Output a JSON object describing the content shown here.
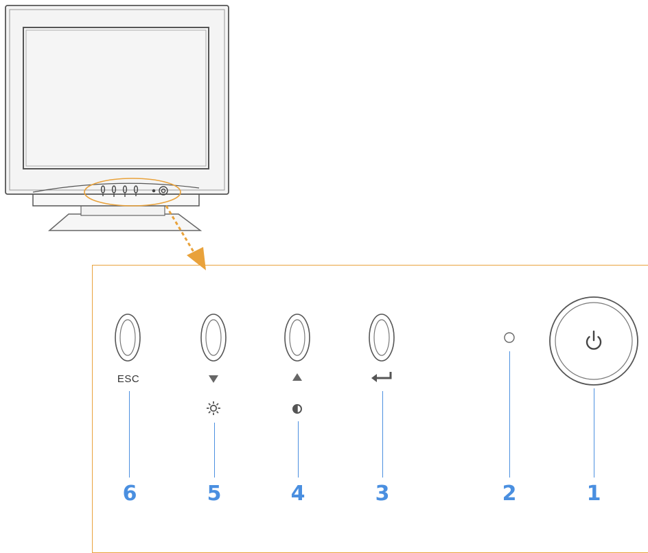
{
  "colors": {
    "accent": "#e9a23b",
    "leader_lines": "#4a8fe0",
    "outline": "#555555"
  },
  "icons": {
    "esc": "esc-label",
    "down": "down-triangle-icon",
    "brightness": "brightness-icon",
    "up": "up-triangle-icon",
    "contrast": "contrast-icon",
    "enter": "enter-arrow-icon",
    "led": "power-led-icon",
    "power": "power-icon"
  },
  "controls": [
    {
      "key": "esc",
      "symbol": "ESC",
      "number": "6"
    },
    {
      "key": "down_brightness",
      "number": "5"
    },
    {
      "key": "up_contrast",
      "number": "4"
    },
    {
      "key": "enter",
      "number": "3"
    },
    {
      "key": "led",
      "number": "2"
    },
    {
      "key": "power",
      "number": "1"
    }
  ]
}
